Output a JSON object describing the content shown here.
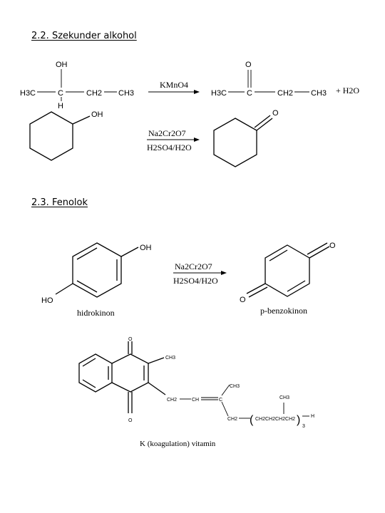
{
  "section1": {
    "heading": "2.2. Szekunder alkohol",
    "reaction1": {
      "reactant_top_label": "OH",
      "reactant_left_label": "H3C",
      "reactant_center_label": "C",
      "reactant_bottom_label": "H",
      "reactant_ch2_label": "CH2",
      "reactant_ch3_label": "CH3",
      "reagent": "KMnO4",
      "product_top_label": "O",
      "product_left_label": "H3C",
      "product_center_label": "C",
      "product_ch2_label": "CH2",
      "product_ch3_label": "CH3",
      "byproduct": "+ H2O"
    },
    "reaction2": {
      "reactant_label": "OH",
      "reagent_top": "Na2Cr2O7",
      "reagent_bottom": "H2SO4/H2O",
      "product_label": "O"
    }
  },
  "section2": {
    "heading": "2.3. Fenolok",
    "reaction": {
      "reactant_oh_top": "OH",
      "reactant_oh_bottom": "HO",
      "reactant_name": "hidrokinon",
      "reagent_top": "Na2Cr2O7",
      "reagent_bottom": "H2SO4/H2O",
      "product_o_top": "O",
      "product_o_bottom": "O",
      "product_name": "p-benzokinon"
    },
    "vitamin_k": {
      "o_top": "O",
      "o_bottom": "O",
      "ch3_ring": "CH3",
      "ch2_a": "CH2",
      "ch_a": "CH",
      "c_a": "C",
      "ch3_chain": "CH3",
      "ch2_b": "CH2",
      "paren_unit": "CH2CH2CH2CH2",
      "ch3_branch": "CH3",
      "end_h": "H",
      "repeat": "3",
      "caption": "K (koagulation) vitamin"
    }
  }
}
